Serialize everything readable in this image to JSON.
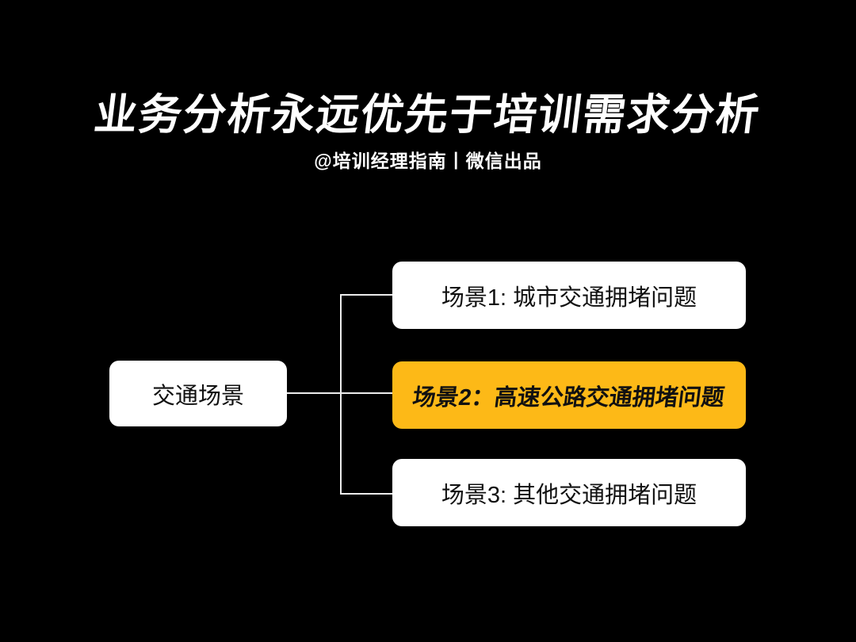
{
  "page": {
    "background": "#000000"
  },
  "header": {
    "title": "业务分析永远优先于培训需求分析",
    "subtitle": "@培训经理指南丨微信出品"
  },
  "diagram": {
    "root": {
      "label": "交通场景"
    },
    "scenarios": [
      {
        "label": "场景1: 城市交通拥堵问题",
        "highlighted": false
      },
      {
        "label": "场景2：高速公路交通拥堵问题",
        "highlighted": true
      },
      {
        "label": "场景3: 其他交通拥堵问题",
        "highlighted": false
      }
    ],
    "colors": {
      "box_background": "#FFFFFF",
      "box_text": "#111111",
      "highlight_background": "#FDB917",
      "connector": "#ECECEC"
    }
  }
}
